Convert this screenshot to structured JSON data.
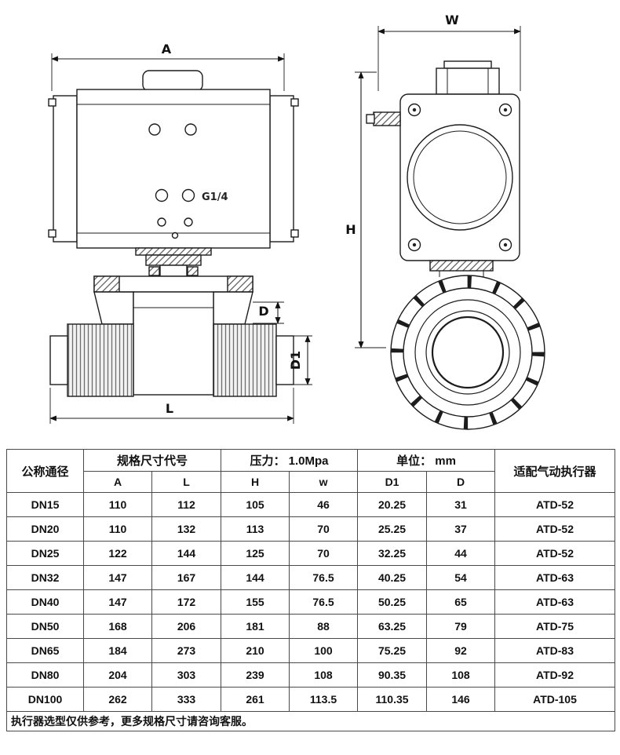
{
  "drawing": {
    "front_view": {
      "dim_top": "A",
      "dim_bottom": "L",
      "dim_bore": "D",
      "dim_socket": "D1",
      "port_thread_label": "G1/4"
    },
    "side_view": {
      "dim_top": "W",
      "dim_left": "H"
    }
  },
  "table": {
    "header": {
      "nominal": "公称通径",
      "spec_code": "规格尺寸代号",
      "pressure": "压力： 1.0Mpa",
      "unit": "单位： mm",
      "actuator": "适配气动执行器",
      "dims": [
        "A",
        "L",
        "H",
        "w",
        "D1",
        "D"
      ]
    },
    "rows": [
      {
        "dn": "DN15",
        "A": "110",
        "L": "112",
        "H": "105",
        "w": "46",
        "D1": "20.25",
        "D": "31",
        "actuator": "ATD-52"
      },
      {
        "dn": "DN20",
        "A": "110",
        "L": "132",
        "H": "113",
        "w": "70",
        "D1": "25.25",
        "D": "37",
        "actuator": "ATD-52"
      },
      {
        "dn": "DN25",
        "A": "122",
        "L": "144",
        "H": "125",
        "w": "70",
        "D1": "32.25",
        "D": "44",
        "actuator": "ATD-52"
      },
      {
        "dn": "DN32",
        "A": "147",
        "L": "167",
        "H": "144",
        "w": "76.5",
        "D1": "40.25",
        "D": "54",
        "actuator": "ATD-63"
      },
      {
        "dn": "DN40",
        "A": "147",
        "L": "172",
        "H": "155",
        "w": "76.5",
        "D1": "50.25",
        "D": "65",
        "actuator": "ATD-63"
      },
      {
        "dn": "DN50",
        "A": "168",
        "L": "206",
        "H": "181",
        "w": "88",
        "D1": "63.25",
        "D": "79",
        "actuator": "ATD-75"
      },
      {
        "dn": "DN65",
        "A": "184",
        "L": "273",
        "H": "210",
        "w": "100",
        "D1": "75.25",
        "D": "92",
        "actuator": "ATD-83"
      },
      {
        "dn": "DN80",
        "A": "204",
        "L": "303",
        "H": "239",
        "w": "108",
        "D1": "90.35",
        "D": "108",
        "actuator": "ATD-92"
      },
      {
        "dn": "DN100",
        "A": "262",
        "L": "333",
        "H": "261",
        "w": "113.5",
        "D1": "110.35",
        "D": "146",
        "actuator": "ATD-105"
      }
    ],
    "note": "执行器选型仅供参考，更多规格尺寸请咨询客服。"
  }
}
